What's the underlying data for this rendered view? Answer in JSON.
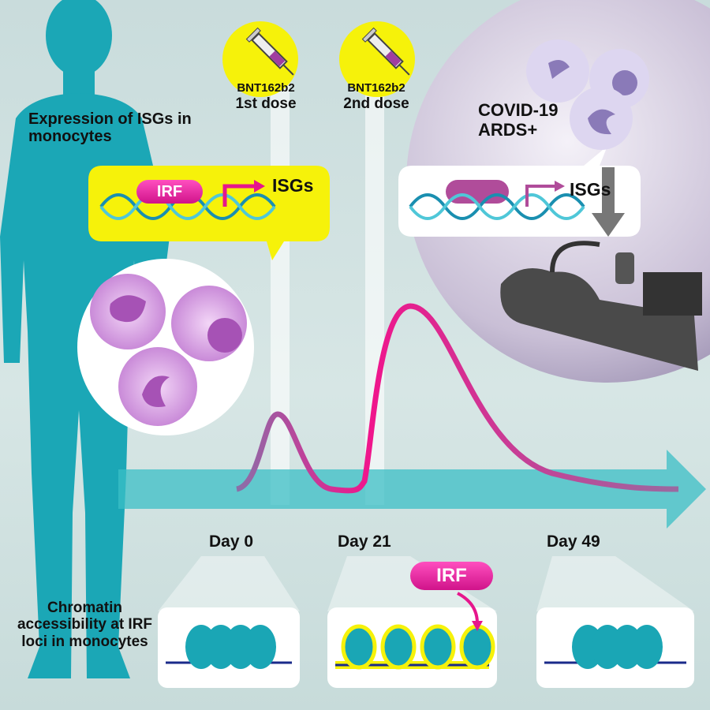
{
  "doses": [
    {
      "vaccine": "BNT162b2",
      "label": "1st dose"
    },
    {
      "vaccine": "BNT162b2",
      "label": "2nd dose"
    }
  ],
  "expression_title": "Expression of ISGs in monocytes",
  "healthy_bubble": {
    "factor": "IRF",
    "genes": "ISGs"
  },
  "covid": {
    "title_line1": "COVID-19",
    "title_line2": "ARDS+",
    "genes": "ISGs"
  },
  "timeline": {
    "days": [
      "Day 0",
      "Day 21",
      "Day 49"
    ]
  },
  "chromatin_title": "Chromatin accessibility at IRF loci in monocytes",
  "chromatin_factor": "IRF",
  "colors": {
    "teal": "#1aa6b5",
    "magenta": "#e6168c",
    "yellow": "#f6f20a",
    "purple": "#b07bc9"
  }
}
